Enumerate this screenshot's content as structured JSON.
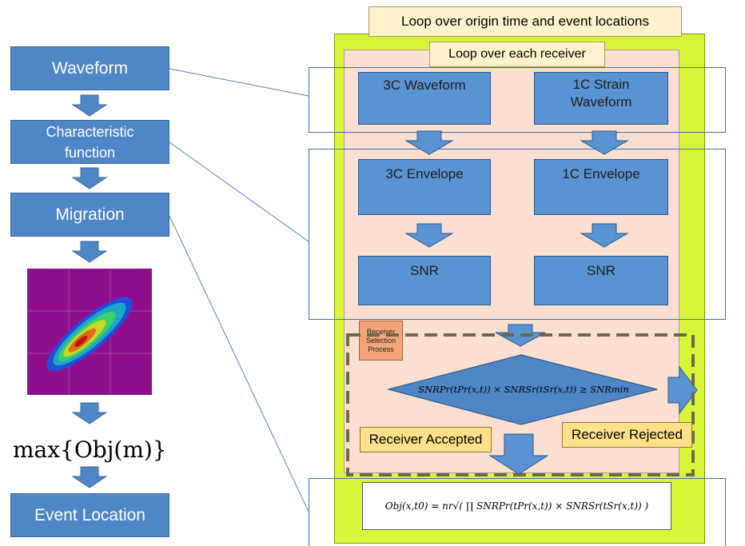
{
  "left_flow": {
    "waveform": "Waveform",
    "char_line1": "Characteristic",
    "char_line2": "function",
    "migration": "Migration",
    "max_obj": "max{Obj(m)}",
    "event_location": "Event Location"
  },
  "right_flow": {
    "outer_loop": "Loop over origin time and event locations",
    "inner_loop": "Loop over each receiver",
    "wave3c": "3C Waveform",
    "wave1c_line1": "1C Strain",
    "wave1c_line2": "Waveform",
    "env3c": "3C Envelope",
    "env1c": "1C Envelope",
    "snr_left": "SNR",
    "snr_right": "SNR",
    "selection_line1": "Receiver",
    "selection_line2": "Selection",
    "selection_line3": "Process",
    "condition": "SNRPr(tPr(x,t)) × SNRSr(tSr(x,t)) ≥ SNRmin",
    "accepted": "Receiver Accepted",
    "rejected": "Receiver Rejected",
    "objective": "Obj(x,t0) = nr√( ∏ SNRPr(tPr(x,t)) × SNRSr(tSr(x,t)) )"
  },
  "colors": {
    "flow_blue": "#4f86c6",
    "lime": "#d8f53a",
    "salmon_panel": "#fbe0d2",
    "label_yellow": "#fdf2cc",
    "selection_orange": "#f2a57a",
    "heatmap_bg": "#8e0f8e"
  }
}
